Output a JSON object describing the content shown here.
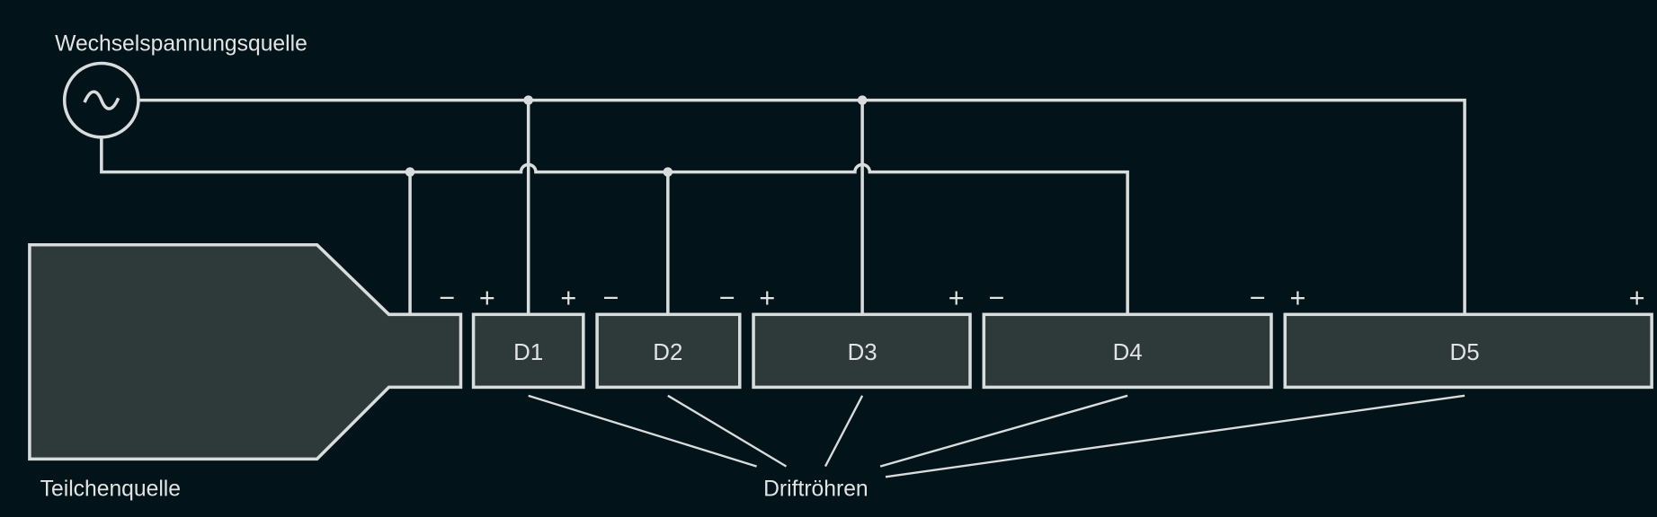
{
  "labels": {
    "ac_source": "Wechselspannungsquelle",
    "particle_source": "Teilchenquelle",
    "drift_tubes": "Driftröhren"
  },
  "tubes": [
    "D1",
    "D2",
    "D3",
    "D4",
    "D5"
  ],
  "polarity_signs": [
    "−",
    "+",
    "+",
    "−",
    "−",
    "+",
    "+",
    "−",
    "−",
    "+",
    "+"
  ],
  "colors": {
    "background": "#03131a",
    "line": "#d9dcdc",
    "fill": "#2e3939"
  }
}
